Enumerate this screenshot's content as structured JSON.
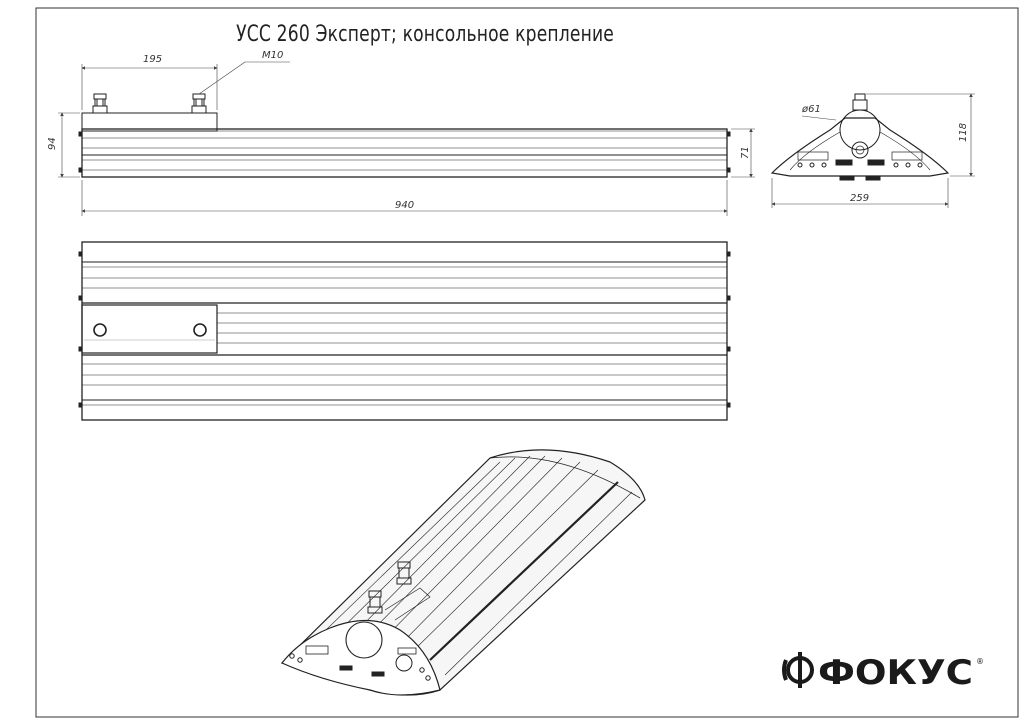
{
  "title": "УСС 260 Эксперт; консольное крепление",
  "dimensions": {
    "side_mount_spacing": "195",
    "thread": "M10",
    "height_total": "94",
    "height_body": "71",
    "length": "940",
    "diameter": "ø61",
    "end_height": "118",
    "end_width": "259"
  },
  "brand": {
    "name": "ФОКУС",
    "registered_mark": "®"
  }
}
